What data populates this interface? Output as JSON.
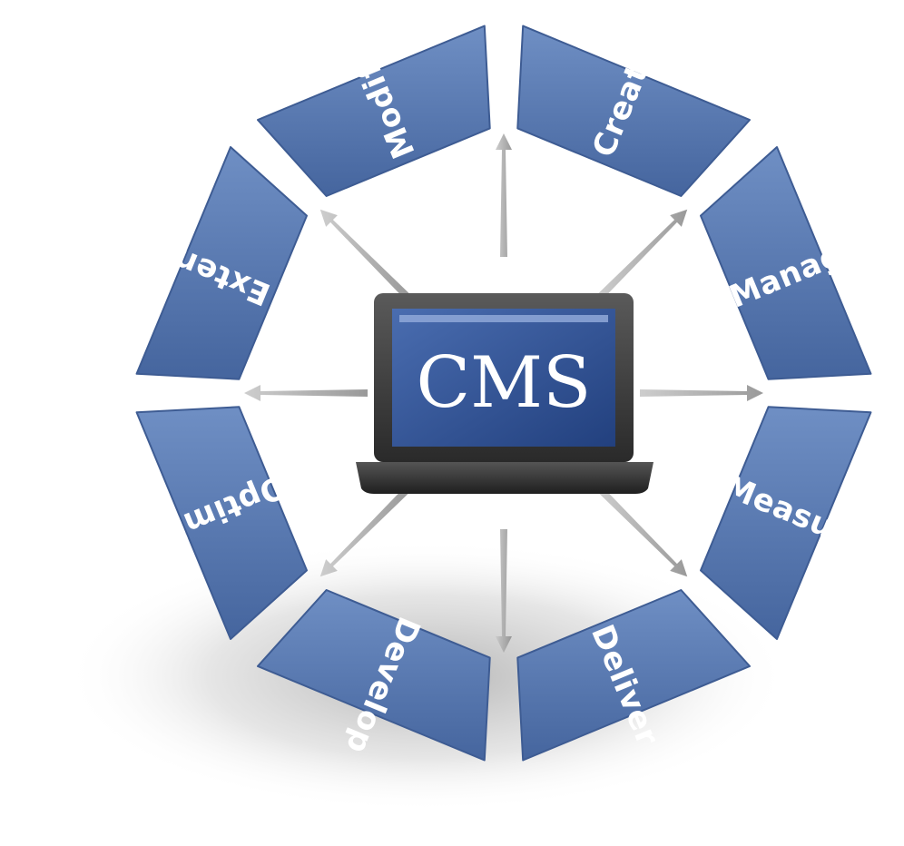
{
  "diagram": {
    "center": {
      "label": "CMS"
    },
    "segments": [
      {
        "id": "create",
        "label": "Create"
      },
      {
        "id": "manage",
        "label": "Manage"
      },
      {
        "id": "measure",
        "label": "Measure"
      },
      {
        "id": "deliver",
        "label": "Deliver"
      },
      {
        "id": "develop",
        "label": "Develop"
      },
      {
        "id": "optimize",
        "label": "Optimize"
      },
      {
        "id": "extend",
        "label": "Extend"
      },
      {
        "id": "modify",
        "label": "Modify"
      }
    ],
    "colors": {
      "segment_fill": "#4e6fa8",
      "segment_light": "#6c8cc2",
      "screen": "#2f4f90",
      "laptop_body": "#3a3a3a",
      "arrow": "#9a9a9a"
    }
  }
}
